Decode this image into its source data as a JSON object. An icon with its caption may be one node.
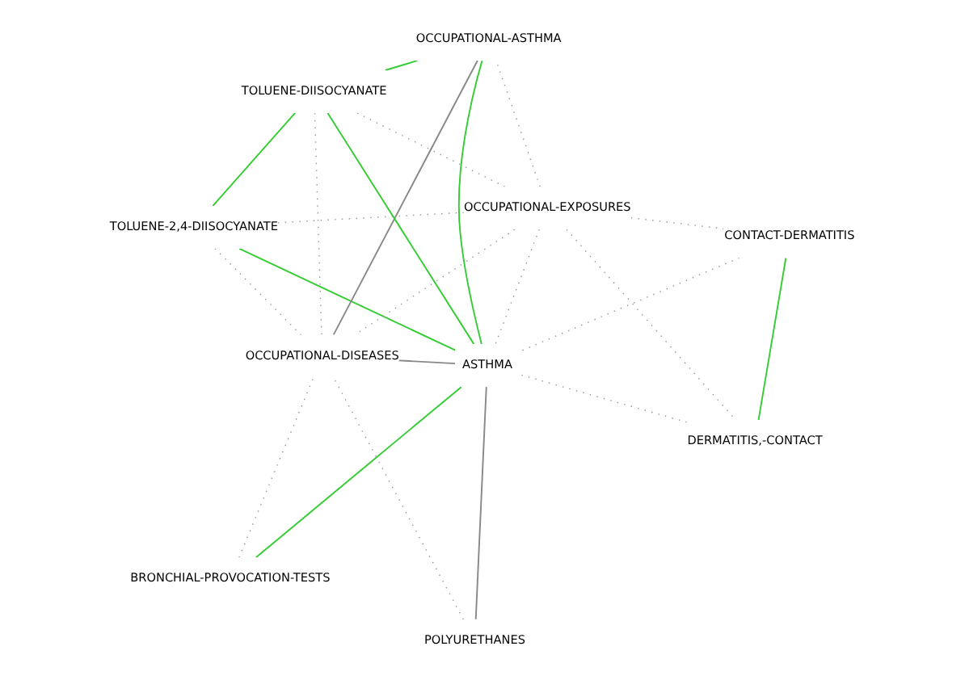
{
  "diagram": {
    "nodes": [
      {
        "text": [
          "TOLUENE-2,4-DIISOCYANATE"
        ]
      },
      {
        "text": [
          "OCCUPATIONAL-ASTHMA"
        ]
      },
      {
        "text": [
          "OCCUPATIONAL-EXPOSURES"
        ]
      },
      {
        "text": [
          "TOLUENE-DIISOCYANATE"
        ]
      },
      {
        "text": [
          "CONTACT-DERMATITIS"
        ]
      },
      {
        "text": [
          "ASTHMA"
        ]
      },
      {
        "text": [
          "BRONCHIAL-PROVOCATION-TESTS"
        ]
      },
      {
        "text": [
          "DERMATITIS,-CONTACT"
        ]
      },
      {
        "text": [
          "OCCUPATIONAL-DISEASES"
        ]
      },
      {
        "text": [
          "POLYURETHANES"
        ]
      }
    ],
    "edges": [
      {
        "from": 0,
        "to": 5,
        "arrow": "none",
        "color": "#33cc33"
      },
      {
        "from": 0,
        "to": 3,
        "arrow": "none",
        "color": "#33cc33"
      },
      {
        "from": 1,
        "to": 5,
        "arrow": "none",
        "color": "#33cc33"
      },
      {
        "from": 1,
        "to": 3,
        "arrow": "none",
        "color": "#33cc33"
      },
      {
        "from": 3,
        "to": 5,
        "arrow": "none",
        "color": "#33cc33"
      },
      {
        "from": 5,
        "to": 6,
        "arrow": "none",
        "color": "#33cc33"
      },
      {
        "from": 4,
        "to": 7,
        "arrow": "none",
        "color": "#33cc33"
      },
      {
        "from": 1,
        "to": 8,
        "arrow": "none"
      },
      {
        "from": 5,
        "to": 8,
        "arrow": "none"
      },
      {
        "from": 5,
        "to": 9,
        "arrow": "none"
      },
      {
        "from": 0,
        "to": 2,
        "arrow": "none",
        "style": "dashed"
      },
      {
        "from": 0,
        "to": 8,
        "arrow": "none",
        "style": "dashed"
      },
      {
        "from": 2,
        "to": 1,
        "arrow": "none",
        "style": "dashed"
      },
      {
        "from": 2,
        "to": 3,
        "arrow": "none",
        "style": "dashed"
      },
      {
        "from": 2,
        "to": 4,
        "arrow": "none",
        "style": "dashed"
      },
      {
        "from": 2,
        "to": 7,
        "arrow": "none",
        "style": "dashed"
      },
      {
        "from": 2,
        "to": 5,
        "arrow": "none",
        "style": "dashed"
      },
      {
        "from": 2,
        "to": 8,
        "arrow": "none",
        "style": "dashed"
      },
      {
        "from": 4,
        "to": 5,
        "arrow": "none",
        "style": "dashed"
      },
      {
        "from": 7,
        "to": 5,
        "arrow": "none",
        "style": "dashed"
      },
      {
        "from": 3,
        "to": 8,
        "arrow": "none",
        "style": "dashed"
      },
      {
        "from": 6,
        "to": 8,
        "arrow": "none",
        "style": "dashed"
      },
      {
        "from": 9,
        "to": 8,
        "arrow": "none",
        "style": "dashed"
      }
    ]
  }
}
